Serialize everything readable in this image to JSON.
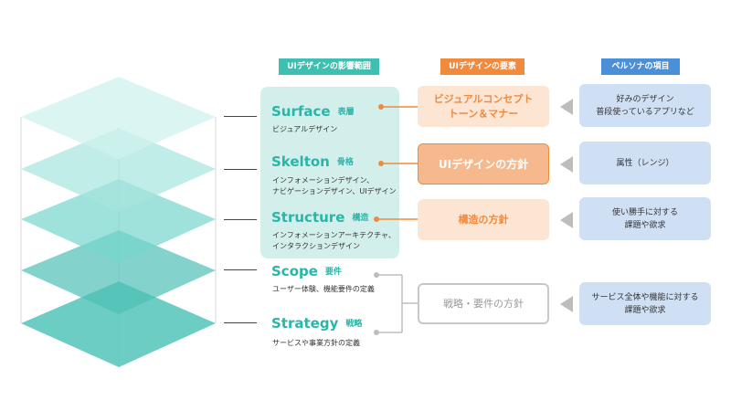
{
  "headers": {
    "scope": "UIデザインの影響範囲",
    "elements": "UIデザインの要素",
    "persona": "ペルソナの項目"
  },
  "layers": [
    {
      "name": "Surface",
      "jp": "表層",
      "desc": [
        "ビジュアルデザイン"
      ]
    },
    {
      "name": "Skelton",
      "jp": "骨格",
      "desc": [
        "インフォメーションデザイン、",
        "ナビゲーションデザイン、UIデザイン"
      ]
    },
    {
      "name": "Structure",
      "jp": "構造",
      "desc": [
        "インフォメーションアーキテクチャ、",
        "インタラクションデザイン"
      ]
    },
    {
      "name": "Scope",
      "jp": "要件",
      "desc": [
        "ユーザー体験、機能要件の定義"
      ]
    },
    {
      "name": "Strategy",
      "jp": "戦略",
      "desc": [
        "サービスや事業方針の定義"
      ]
    }
  ],
  "elements": [
    {
      "lines": [
        "ビジュアルコンセプト",
        "トーン＆マナー"
      ]
    },
    {
      "lines": [
        "UIデザインの方針"
      ]
    },
    {
      "lines": [
        "構造の方針"
      ]
    },
    {
      "lines": [
        "戦略・要件の方針"
      ]
    }
  ],
  "persona": [
    {
      "lines": [
        "好みのデザイン",
        "普段使っているアプリなど"
      ]
    },
    {
      "lines": [
        "属性（レンジ）"
      ]
    },
    {
      "lines": [
        "使い勝手に対する",
        "課題や欲求"
      ]
    },
    {
      "lines": [
        "サービス全体や機能に対する",
        "課題や欲求"
      ]
    }
  ],
  "colors": {
    "teal": "#3fbfb1",
    "orange": "#f08a3c",
    "orange_light": "#fde5d4",
    "blue_header": "#4a90d9",
    "persona_bg": "#cfe0f5",
    "scope_panel": "#d2efec",
    "gray": "#bdbdbd"
  }
}
